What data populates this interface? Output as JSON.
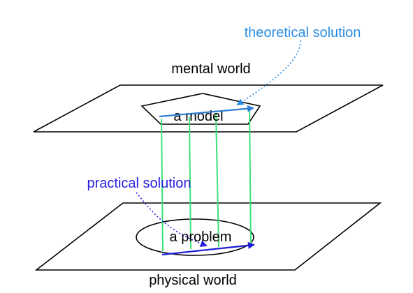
{
  "labels": {
    "theoretical": "theoretical solution",
    "mental": "mental world",
    "model": "a model",
    "practical": "practical solution",
    "problem": "a problem",
    "physical": "physical world"
  },
  "colors": {
    "theoretical_text": "#2a8de6",
    "practical_text": "#2a1de0",
    "arrow_blue": "#2a7cd6",
    "arrow_dark_blue": "#1c1cd8",
    "connector_green": "#3ee07a",
    "outline": "#000000"
  }
}
